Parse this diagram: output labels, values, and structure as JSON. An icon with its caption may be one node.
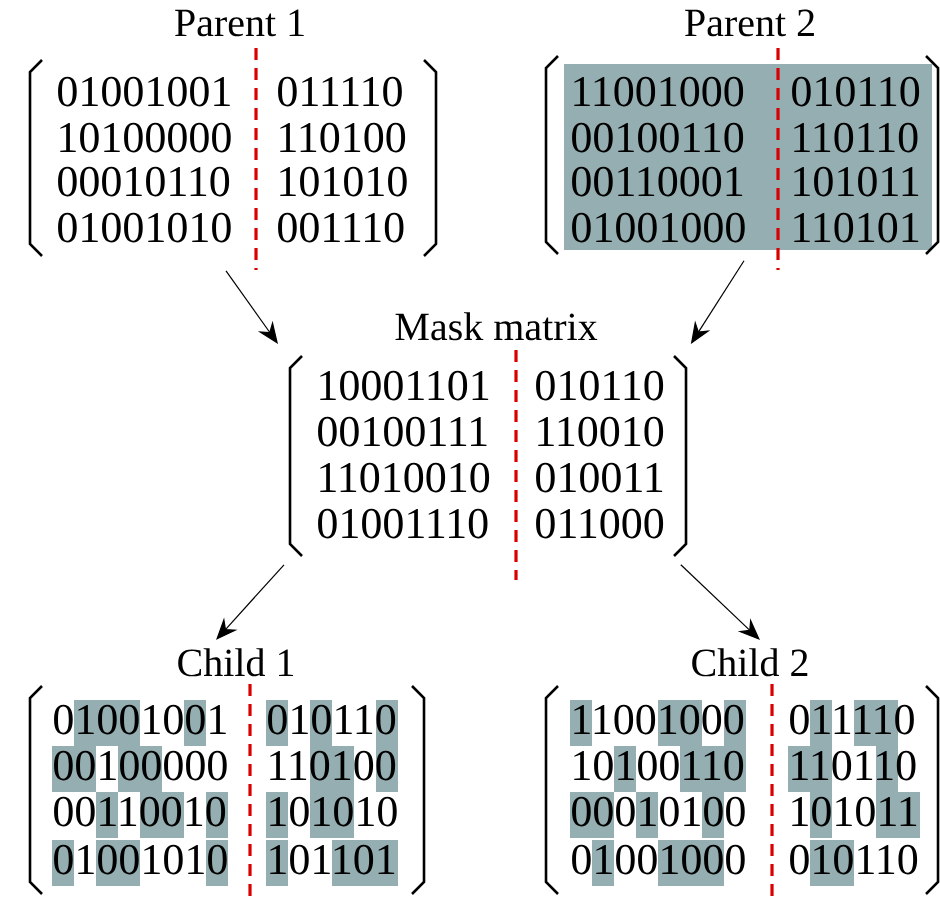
{
  "diagram": {
    "nodes": [
      {
        "text": [
          "Parent 1",
          "01001001",
          "011110",
          "10100000",
          "110100",
          "00010110",
          "101010",
          "01001010",
          "001110"
        ]
      },
      {
        "text": [
          "Parent 2",
          "11001000",
          "010110",
          "00100110",
          "110110",
          "00110001",
          "101011",
          "01001000",
          "110101"
        ]
      },
      {
        "text": [
          "Mask matrix",
          "10001101",
          "010110",
          "00100111",
          "110010",
          "11010010",
          "010011",
          "01001110",
          "011000"
        ]
      },
      {
        "text": [
          "Child 1",
          "01001001",
          "010110",
          "00100000",
          "110100",
          "00110010",
          "101010",
          "01001010",
          "101101"
        ]
      },
      {
        "text": [
          "Child 2",
          "11001000",
          "011110",
          "10100110",
          "110110",
          "00010100",
          "101011",
          "01001000",
          "010110"
        ]
      }
    ],
    "edges": [
      {
        "from": 0,
        "to": 2,
        "arrow": "to"
      },
      {
        "from": 1,
        "to": 2,
        "arrow": "to"
      },
      {
        "from": 2,
        "to": 3,
        "arrow": "to"
      },
      {
        "from": 2,
        "to": 4,
        "arrow": "to"
      }
    ]
  }
}
